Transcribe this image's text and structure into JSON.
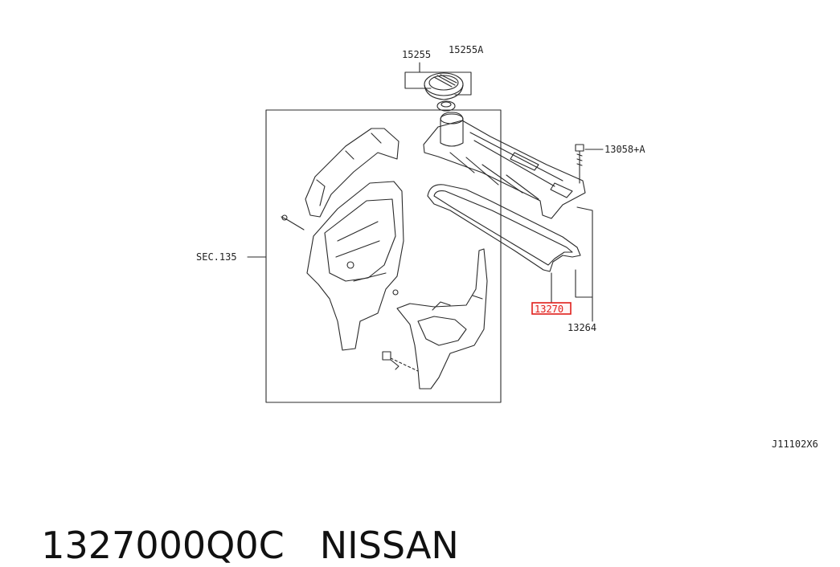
{
  "diagram": {
    "labels": {
      "p15255": "15255",
      "p15255a": "15255A",
      "p13058a": "13058+A",
      "p13264": "13264",
      "p13270": "13270",
      "sec135": "SEC.135",
      "ref": "J11102X6"
    },
    "highlight_color": "#e0201c"
  },
  "caption": {
    "part_number": "1327000Q0C",
    "brand": "NISSAN"
  }
}
